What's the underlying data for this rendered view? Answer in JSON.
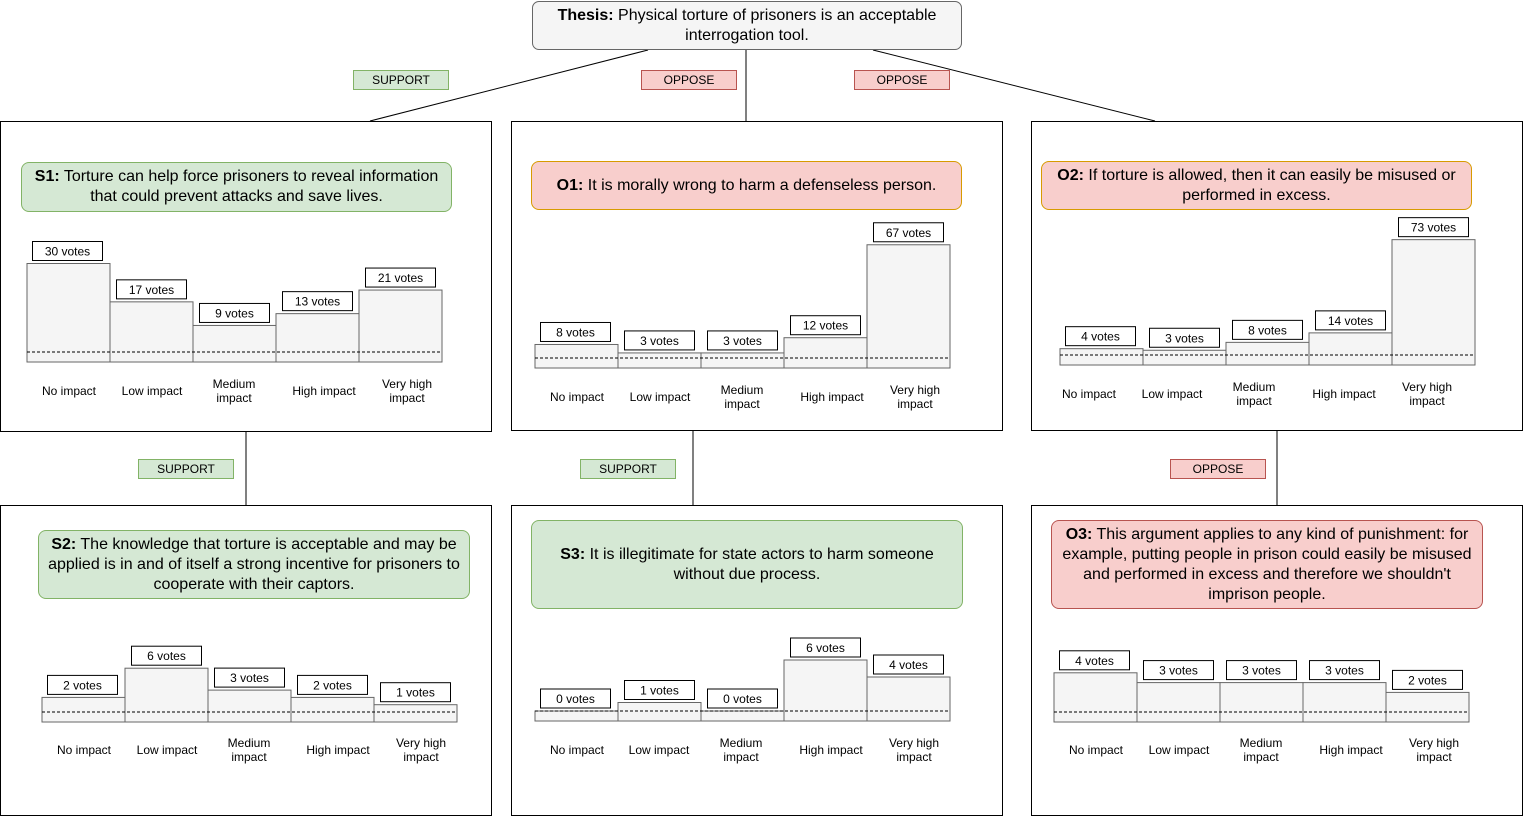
{
  "thesis": {
    "label": "Thesis:",
    "text": "Physical torture of prisoners is an acceptable interrogation tool."
  },
  "colors": {
    "support_fill": "#d5e8d4",
    "support_border": "#82b366",
    "oppose_fill": "#f8cecc",
    "oppose_border": "#b85450",
    "bar_fill": "#f5f5f5",
    "bar_border": "#666666"
  },
  "relations": {
    "s1": "SUPPORT",
    "o1": "OPPOSE",
    "o2": "OPPOSE",
    "s2": "SUPPORT",
    "s3": "SUPPORT",
    "o3": "OPPOSE"
  },
  "claims": {
    "s1": {
      "label": "S1:",
      "text": "Torture can help force prisoners to reveal information that could prevent attacks and save lives."
    },
    "o1": {
      "label": "O1:",
      "text": "It is morally wrong to harm a defenseless person."
    },
    "o2": {
      "label": "O2:",
      "text": "If torture is allowed, then it can easily be misused or performed in excess."
    },
    "s2": {
      "label": "S2:",
      "text": "The knowledge that torture is acceptable and may be applied is in and of itself a strong incentive for prisoners to cooperate with their captors."
    },
    "s3": {
      "label": "S3:",
      "text": "It is illegitimate for state actors to harm someone without due process."
    },
    "o3": {
      "label": "O3:",
      "text": "This argument applies to any kind of punishment: for example, putting people in prison could easily be misused and performed in excess and therefore we shouldn't imprison people."
    }
  },
  "chart_data": [
    {
      "id": "s1",
      "type": "bar",
      "categories": [
        "No impact",
        "Low impact",
        "Medium impact",
        "High impact",
        "Very high impact"
      ],
      "values": [
        30,
        17,
        9,
        13,
        21
      ],
      "value_labels": [
        "30 votes",
        "17 votes",
        "9 votes",
        "13 votes",
        "21 votes"
      ]
    },
    {
      "id": "o1",
      "type": "bar",
      "categories": [
        "No impact",
        "Low impact",
        "Medium impact",
        "High impact",
        "Very high impact"
      ],
      "values": [
        8,
        3,
        3,
        12,
        67
      ],
      "value_labels": [
        "8 votes",
        "3 votes",
        "3 votes",
        "12 votes",
        "67 votes"
      ]
    },
    {
      "id": "o2",
      "type": "bar",
      "categories": [
        "No impact",
        "Low impact",
        "Medium impact",
        "High impact",
        "Very high impact"
      ],
      "values": [
        4,
        3,
        8,
        14,
        73
      ],
      "value_labels": [
        "4 votes",
        "3 votes",
        "8 votes",
        "14 votes",
        "73 votes"
      ]
    },
    {
      "id": "s2",
      "type": "bar",
      "categories": [
        "No impact",
        "Low impact",
        "Medium impact",
        "High impact",
        "Very high impact"
      ],
      "values": [
        2,
        6,
        3,
        2,
        1
      ],
      "value_labels": [
        "2 votes",
        "6 votes",
        "3 votes",
        "2 votes",
        "1 votes"
      ]
    },
    {
      "id": "s3",
      "type": "bar",
      "categories": [
        "No impact",
        "Low impact",
        "Medium impact",
        "High impact",
        "Very high impact"
      ],
      "values": [
        0,
        1,
        0,
        6,
        4
      ],
      "value_labels": [
        "0 votes",
        "1 votes",
        "0 votes",
        "6 votes",
        "4 votes"
      ]
    },
    {
      "id": "o3",
      "type": "bar",
      "categories": [
        "No impact",
        "Low impact",
        "Medium impact",
        "High impact",
        "Very high impact"
      ],
      "values": [
        4,
        3,
        3,
        3,
        2
      ],
      "value_labels": [
        "4 votes",
        "3 votes",
        "3 votes",
        "3 votes",
        "2 votes"
      ]
    }
  ]
}
